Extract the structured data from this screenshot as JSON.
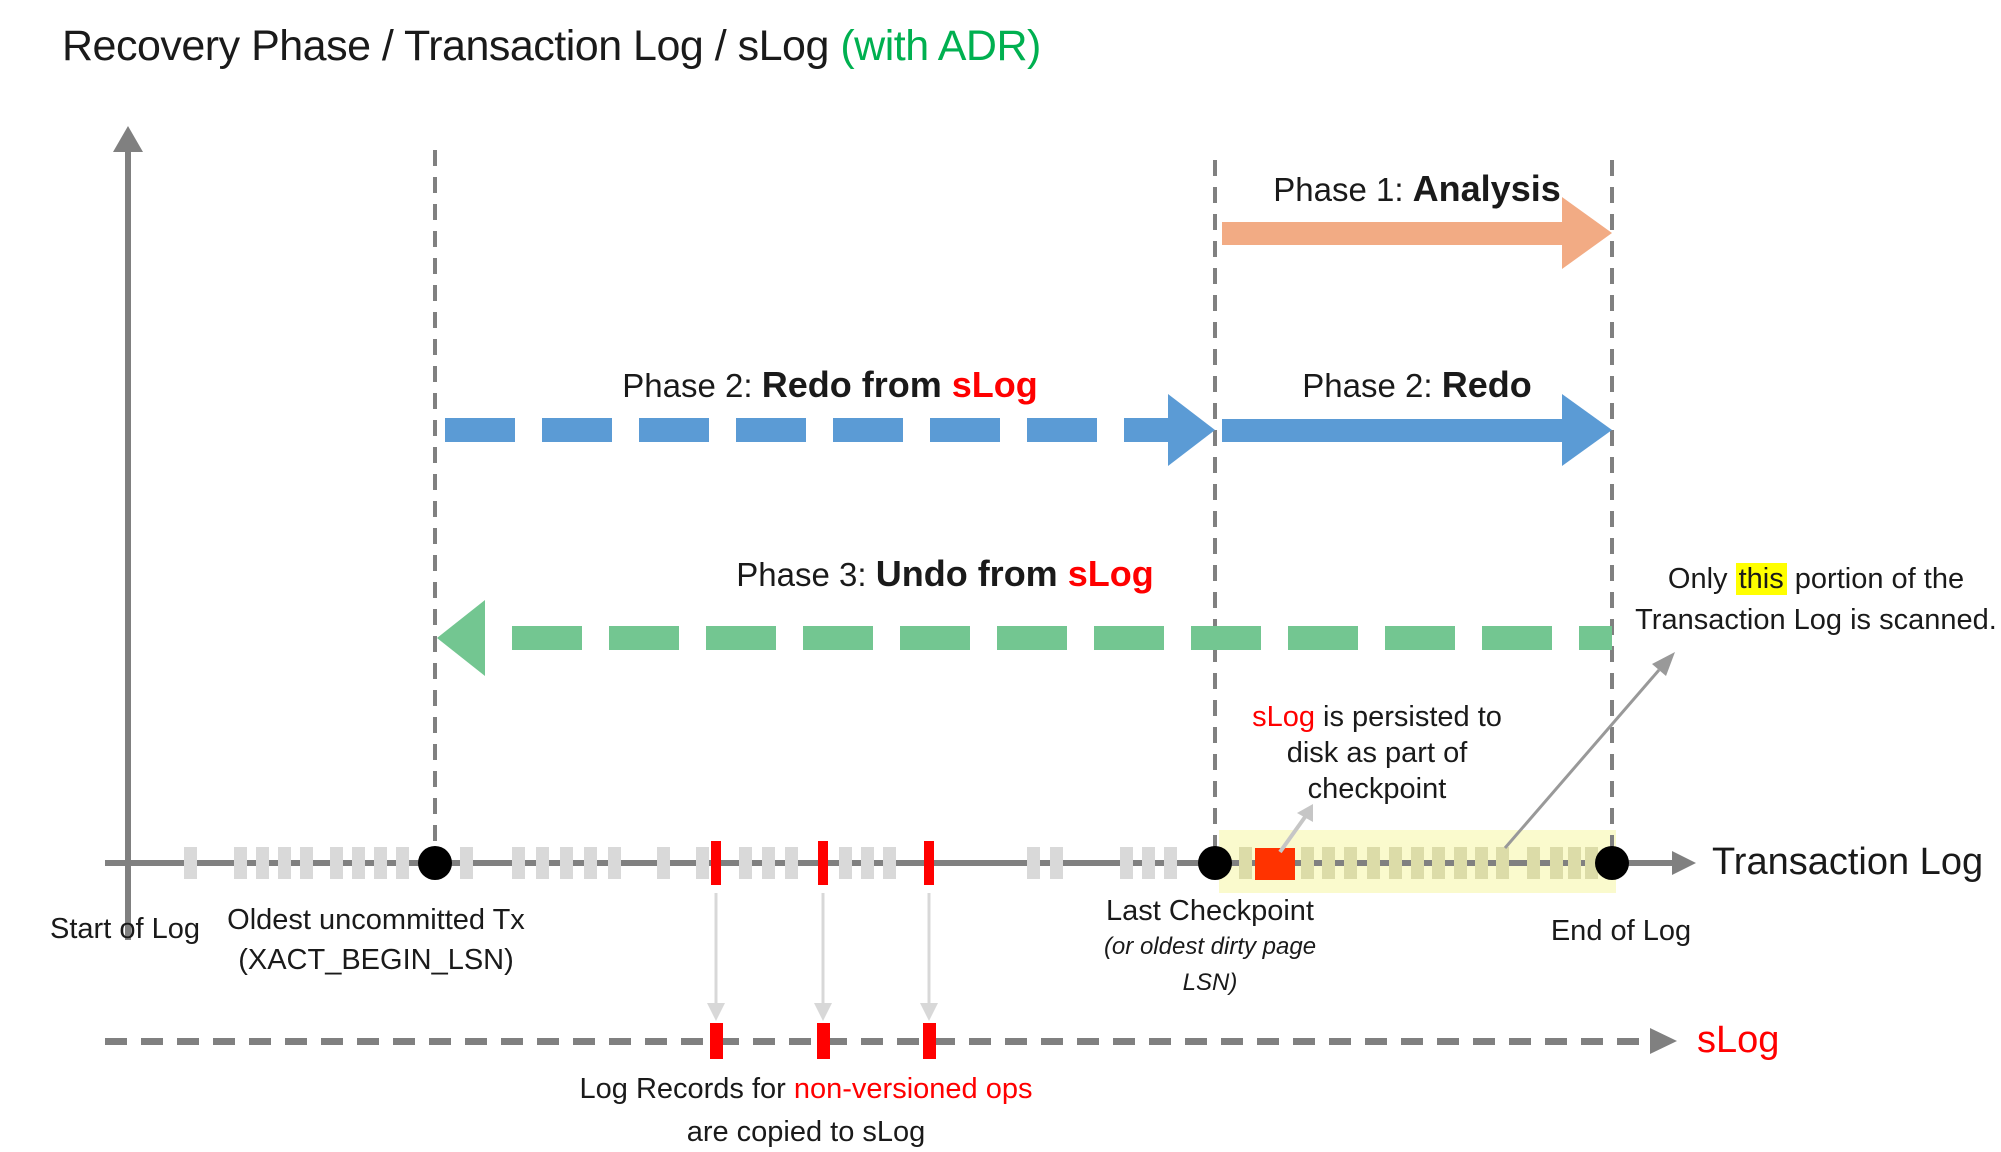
{
  "title": {
    "main": "Recovery Phase / Transaction Log / sLog ",
    "suffix": "(with ADR)"
  },
  "phases": {
    "phase1": {
      "prefix": "Phase 1: ",
      "bold": "Analysis"
    },
    "phase2_slog": {
      "prefix": "Phase 2: ",
      "bold": "Redo from ",
      "red": "sLog"
    },
    "phase2": {
      "prefix": "Phase 2: ",
      "bold": "Redo"
    },
    "phase3": {
      "prefix": "Phase 3: ",
      "bold": "Undo from ",
      "red": "sLog"
    }
  },
  "annotations": {
    "scan_note": {
      "line1_pre": "Only ",
      "line1_highlight": "this",
      "line1_post": " portion of the",
      "line2": "Transaction Log is scanned."
    },
    "persist_note": {
      "red": "sLog",
      "line1_rest": " is persisted to",
      "line2": "disk as part of",
      "line3": "checkpoint"
    },
    "copy_note": {
      "line1_black": "Log Records for ",
      "line1_red": "non-versioned ops",
      "line2": "are copied to sLog"
    }
  },
  "axis_labels": {
    "start_of_log": "Start of Log",
    "oldest_tx_line1": "Oldest uncommitted Tx",
    "oldest_tx_line2": "(XACT_BEGIN_LSN)",
    "last_checkpoint": "Last Checkpoint",
    "last_checkpoint_sub1": "(or oldest dirty page",
    "last_checkpoint_sub2": "LSN)",
    "end_of_log": "End of Log",
    "transaction_log": "Transaction Log",
    "slog": "sLog"
  },
  "colors": {
    "title_accent_green": "#00B050",
    "analysis_arrow_orange": "#F2AB84",
    "redo_arrow_blue": "#5B9BD5",
    "undo_arrow_green": "#73C691",
    "slog_red": "#FF0000",
    "checkpoint_square_red": "#FF3300",
    "scanned_band_yellow": "#FAFACD",
    "highlight_yellow": "#FFFF00",
    "axis_gray": "#808080",
    "tick_gray": "#D9D9D9",
    "tick_band_khaki": "#DCDCA8"
  },
  "ticks": {
    "log_light": [
      190,
      240,
      262,
      284,
      306,
      336,
      358,
      380,
      402,
      466,
      518,
      542,
      566,
      590,
      614,
      663,
      702,
      745,
      768,
      791,
      845,
      867,
      889,
      1033,
      1056,
      1126,
      1148,
      1170
    ],
    "log_band": [
      1245,
      1307,
      1328,
      1350,
      1373,
      1395,
      1417,
      1438,
      1460,
      1481,
      1502,
      1533,
      1556,
      1574,
      1591
    ],
    "log_red": [
      716,
      823,
      929
    ],
    "slog_red": [
      716,
      823,
      929
    ],
    "dots": [
      435,
      1215,
      1612
    ]
  }
}
